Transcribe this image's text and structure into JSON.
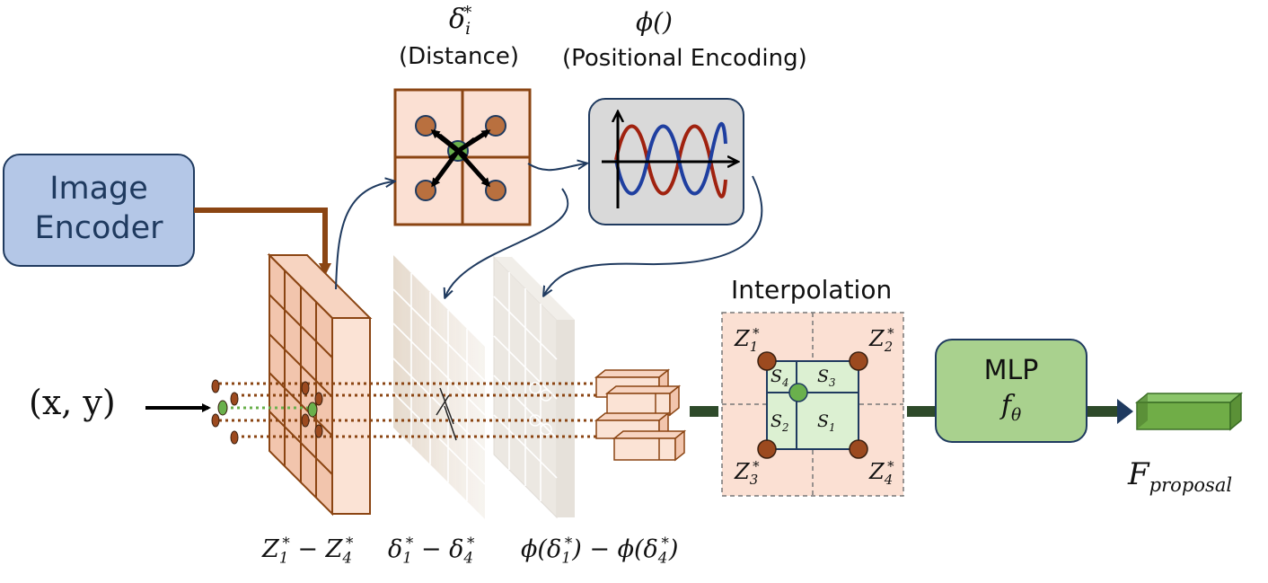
{
  "encoder": {
    "line1": "Image",
    "line2": "Encoder"
  },
  "distance": {
    "symbol": "δ",
    "sub": "i",
    "sup": "*",
    "label": "(Distance)"
  },
  "positional": {
    "symbol": "ϕ()",
    "label": "(Positional Encoding)"
  },
  "input": {
    "label": "(x, y)"
  },
  "interpolation": {
    "title": "Interpolation",
    "corners": [
      {
        "base": "Z",
        "sub": "1",
        "sup": "*"
      },
      {
        "base": "Z",
        "sub": "2",
        "sup": "*"
      },
      {
        "base": "Z",
        "sub": "3",
        "sup": "*"
      },
      {
        "base": "Z",
        "sub": "4",
        "sup": "*"
      }
    ],
    "areas": [
      {
        "base": "S",
        "sub": "4"
      },
      {
        "base": "S",
        "sub": "3"
      },
      {
        "base": "S",
        "sub": "2"
      },
      {
        "base": "S",
        "sub": "1"
      }
    ]
  },
  "mlp": {
    "line1": "MLP",
    "base": "f",
    "sub": "θ"
  },
  "output": {
    "base": "F",
    "sub": "proposal"
  },
  "bottom_labels": {
    "z_range": {
      "a": "Z",
      "a_sub": "1",
      "a_sup": "*",
      "sep": " − ",
      "b": "Z",
      "b_sub": "4",
      "b_sup": "*"
    },
    "d_range": {
      "a": "δ",
      "a_sub": "1",
      "a_sup": "*",
      "sep": " − ",
      "b": "δ",
      "b_sub": "4",
      "b_sup": "*"
    },
    "p_range": {
      "pre": "ϕ(",
      "a": "δ",
      "a_sub": "1",
      "a_sup": "*",
      "mid": ") − ϕ(",
      "b": "δ",
      "b_sub": "4",
      "b_sup": "*",
      "post": ")"
    }
  },
  "colors": {
    "encoder_fill": "#b4c7e7",
    "encoder_stroke": "#1f3a5f",
    "brown": "#8b4513",
    "dot_brown": "#9c4a1f",
    "dot_green": "#6ab04c",
    "salmon": "#fbe0d3",
    "mint": "#dcf0d2",
    "mlp_fill": "#a9d18e",
    "pe_fill": "#d9d9d9",
    "navy": "#1f3a5f",
    "arrow_dark": "#2e4a2a"
  }
}
